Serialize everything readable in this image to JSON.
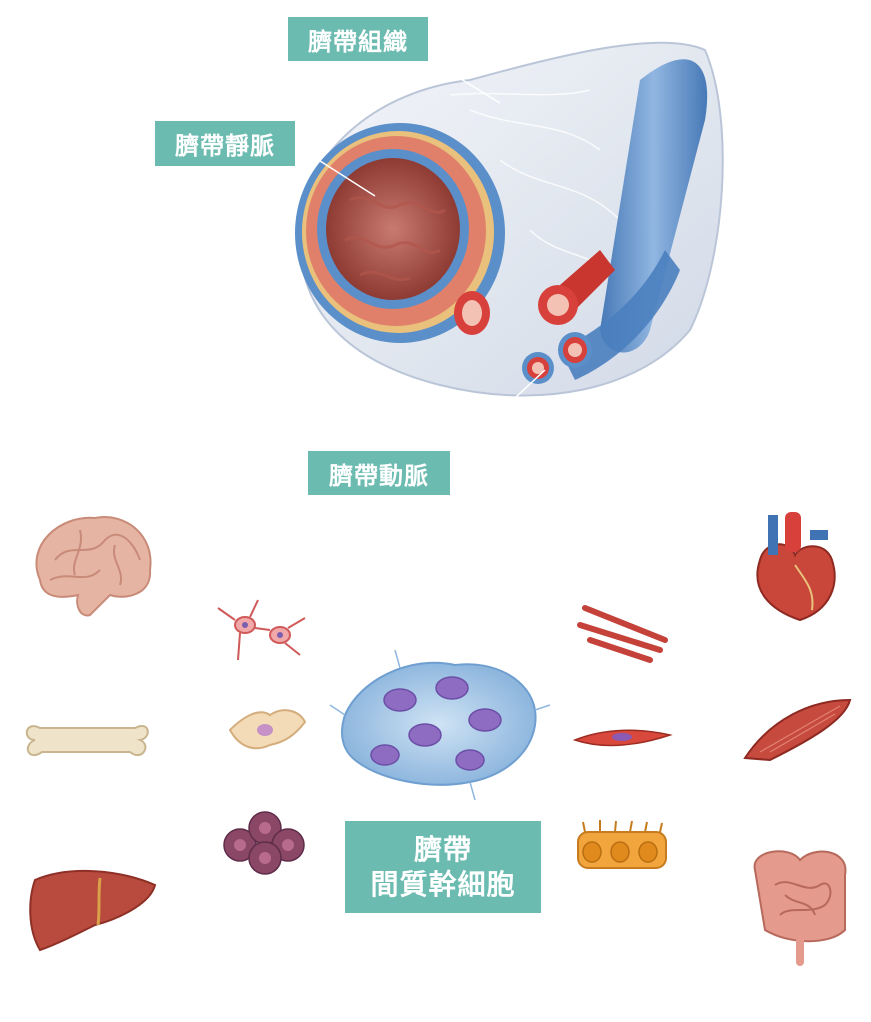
{
  "labels": {
    "umbilical_tissue": "臍帶組織",
    "umbilical_vein": "臍帶靜脈",
    "umbilical_artery": "臍帶動脈",
    "msc_line1": "臍帶",
    "msc_line2": "間質幹細胞"
  },
  "colors": {
    "label_bg": "#6bbbb0",
    "label_text": "#ffffff",
    "vein_blue": "#5b8fc9",
    "artery_red": "#d8403c",
    "tissue_pink": "#c96a5e"
  },
  "icons": [
    "brain-icon",
    "bone-icon",
    "liver-icon",
    "heart-icon",
    "muscle-icon",
    "intestine-icon",
    "nerve-cells-icon",
    "fibroblast-icon",
    "blood-cells-icon",
    "muscle-fibers-icon",
    "smooth-muscle-cell-icon",
    "epithelial-cells-icon",
    "stem-cell-cluster-icon"
  ]
}
